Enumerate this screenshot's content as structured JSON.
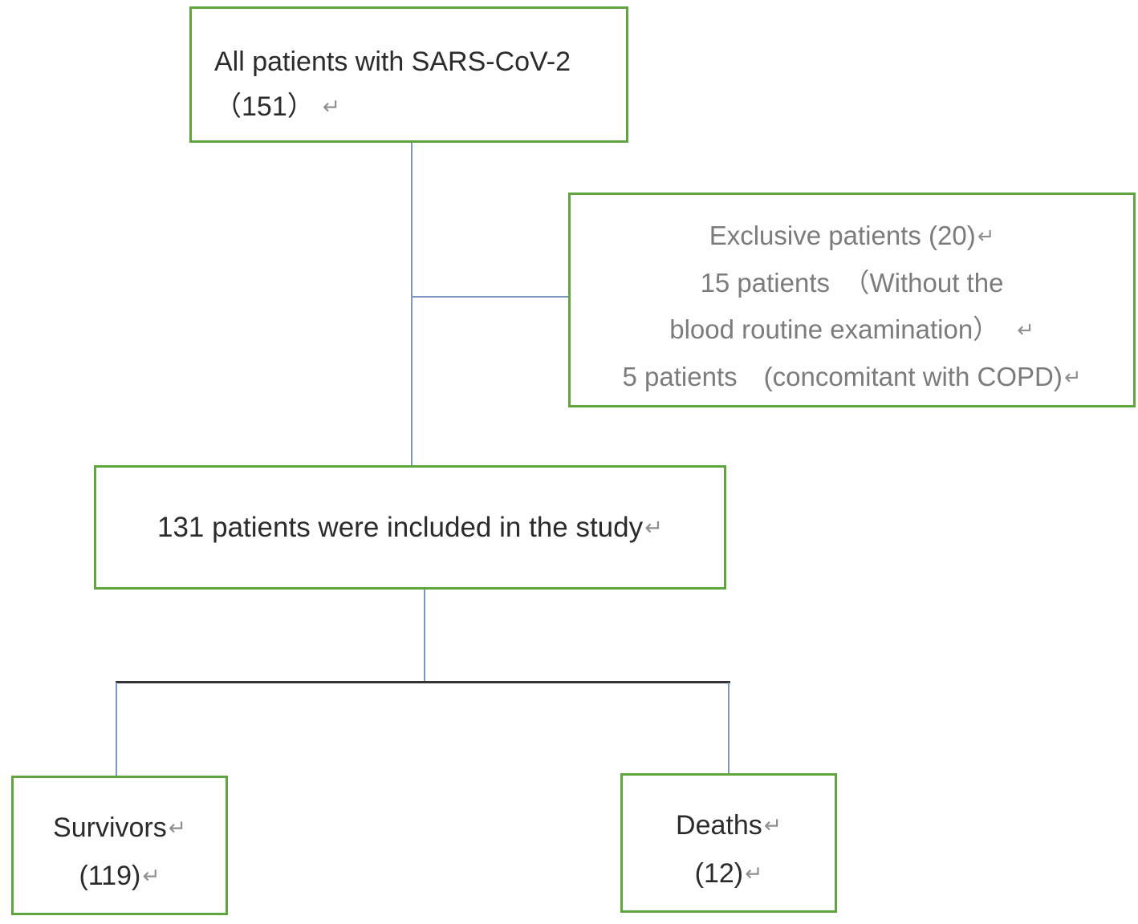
{
  "figure": {
    "type": "patient-flow-diagram",
    "colors": {
      "box_border_green": "#5fa53f",
      "connector_blue": "#7b96c6",
      "connector_dark": "#343434",
      "text_dark": "#2b2b2b",
      "text_gray": "#7c7c7c",
      "return_mark_gray": "#8f8f8f"
    },
    "marks": {
      "return": "↵"
    },
    "boxes": {
      "all_patients": {
        "line1": "All patients with SARS-CoV-2",
        "line2": "（151）"
      },
      "excluded": {
        "line1": "Exclusive patients (20)",
        "line2": "15 patients　（Without the",
        "line3": "blood routine examination）",
        "line4": "5 patients　(concomitant with COPD)"
      },
      "included": {
        "line1": "131 patients were included in the study"
      },
      "survivors": {
        "line1": "Survivors",
        "line2": "(119)"
      },
      "deaths": {
        "line1": "Deaths",
        "line2": "(12)"
      }
    }
  }
}
